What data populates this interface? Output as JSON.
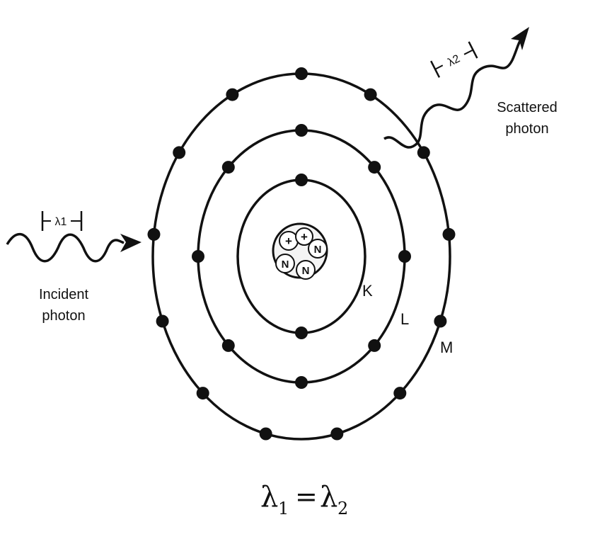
{
  "incident": {
    "wavelength_label": "λ1",
    "caption_line1": "Incident",
    "caption_line2": "photon"
  },
  "scattered": {
    "wavelength_label": "λ2",
    "caption_line1": "Scattered",
    "caption_line2": "photon"
  },
  "shells": [
    {
      "label": "K",
      "electrons": 2
    },
    {
      "label": "L",
      "electrons": 8
    },
    {
      "label": "M",
      "electrons": 13
    }
  ],
  "nucleus": {
    "particles": [
      "+",
      "+",
      "N",
      "N",
      "N"
    ]
  },
  "equation": {
    "left_symbol": "λ",
    "left_sub": "1",
    "equals": "=",
    "right_symbol": "λ",
    "right_sub": "2"
  },
  "colors": {
    "ink": "#111111",
    "background": "#ffffff"
  }
}
